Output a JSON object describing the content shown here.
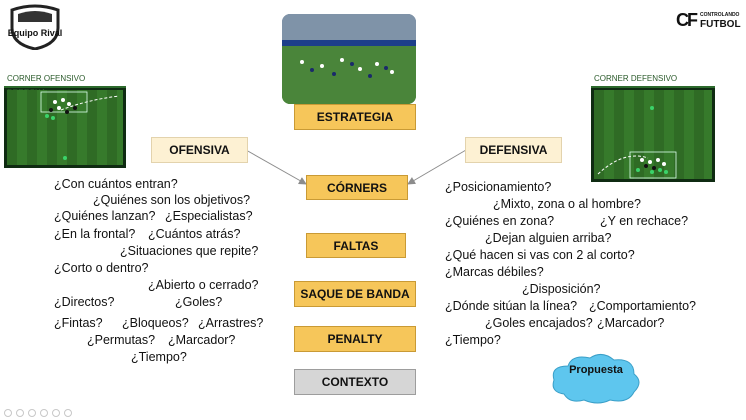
{
  "logo": {
    "text": "Equipo Rival"
  },
  "brand": {
    "initials": "CF",
    "small": "CONTROLANDO",
    "word": "FUTBOL"
  },
  "panels": {
    "left_title": "CORNER OFENSIVO DERECHA",
    "right_title": "CORNER DEFENSIVO"
  },
  "nodes": {
    "estrategia": "ESTRATEGIA",
    "ofensiva": "OFENSIVA",
    "defensiva": "DEFENSIVA",
    "corners": "CÓRNERS",
    "faltas": "FALTAS",
    "saque": "SAQUE DE BANDA",
    "penalty": "PENALTY",
    "contexto": "CONTEXTO",
    "propuesta": "Propuesta"
  },
  "left_questions": [
    "¿Con cuántos entran?",
    "¿Quiénes son los objetivos?",
    "¿Quiénes lanzan?",
    "¿Especialistas?",
    "¿En la frontal?",
    "¿Cuántos atrás?",
    "¿Situaciones que repite?",
    "¿Corto o dentro?",
    "¿Abierto o cerrado?",
    "¿Directos?",
    "¿Goles?",
    "¿Fintas?",
    "¿Bloqueos?",
    "¿Arrastres?",
    "¿Permutas?",
    "¿Marcador?",
    "¿Tiempo?"
  ],
  "right_questions": [
    "¿Posicionamiento?",
    "¿Mixto, zona o al hombre?",
    "¿Quiénes en zona?",
    "¿Y en rechace?",
    "¿Dejan alguien arriba?",
    "¿Qué hacen si vas con 2 al corto?",
    "¿Marcas débiles?",
    "¿Disposición?",
    "¿Dónde sitúan la línea?",
    "¿Comportamiento?",
    "¿Goles encajados?",
    "¿Marcador?",
    "¿Tiempo?"
  ],
  "colors": {
    "orange": "#f6c65a",
    "cream": "#fdf1d3",
    "grey": "#d6d6d6",
    "cloud": "#5ec6ee"
  }
}
